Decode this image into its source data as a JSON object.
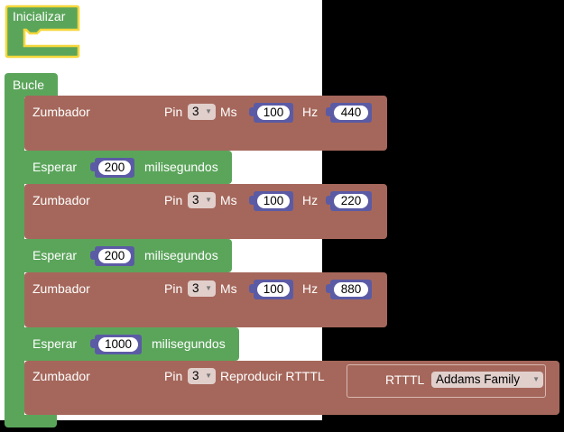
{
  "init": {
    "label": "Inicializar"
  },
  "loop": {
    "label": "Bucle"
  },
  "blocks": {
    "buzz1": {
      "label": "Zumbador",
      "pin_label": "Pin",
      "pin": "3",
      "ms_label": "Ms",
      "ms": "100",
      "hz_label": "Hz",
      "hz": "440"
    },
    "wait1": {
      "label": "Esperar",
      "value": "200",
      "unit": "milisegundos"
    },
    "buzz2": {
      "label": "Zumbador",
      "pin_label": "Pin",
      "pin": "3",
      "ms_label": "Ms",
      "ms": "100",
      "hz_label": "Hz",
      "hz": "220"
    },
    "wait2": {
      "label": "Esperar",
      "value": "200",
      "unit": "milisegundos"
    },
    "buzz3": {
      "label": "Zumbador",
      "pin_label": "Pin",
      "pin": "3",
      "ms_label": "Ms",
      "ms": "100",
      "hz_label": "Hz",
      "hz": "880"
    },
    "wait3": {
      "label": "Esperar",
      "value": "1000",
      "unit": "milisegundos"
    },
    "buzz4": {
      "label": "Zumbador",
      "pin_label": "Pin",
      "pin": "3",
      "play_label": "Reproducir RTTTL",
      "rtttl_label": "RTTTL",
      "song": "Addams Family"
    }
  },
  "colors": {
    "loop_block": "#5ba55b",
    "sound_block": "#a5675b",
    "number_input": "#5b5ba5",
    "canvas": "#ffffff",
    "background": "#000000"
  }
}
